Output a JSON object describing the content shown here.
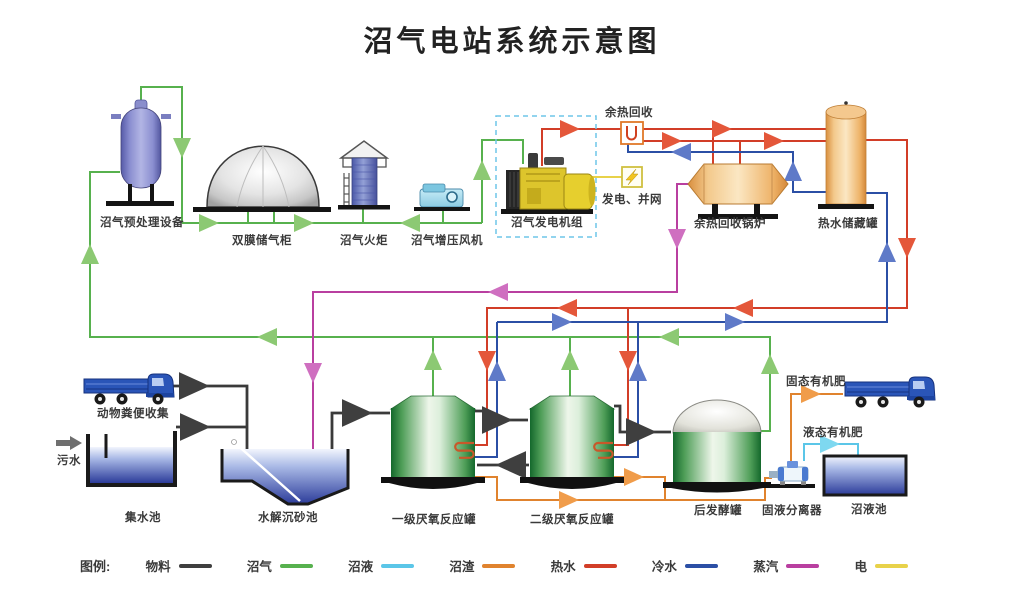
{
  "title": "沼气电站系统示意图",
  "labels": {
    "pretreatment": "沼气预处理设备",
    "gas_holder": "双膜储气柜",
    "torch": "沼气火炬",
    "booster_fan": "沼气增压风机",
    "genset": "沼气发电机组",
    "power_grid": "发电、并网",
    "heat_recovery": "余热回收",
    "heat_recovery_boiler": "余热回收锅炉",
    "hot_water_tank": "热水储藏罐",
    "manure_collection": "动物粪便收集",
    "sewage": "污水",
    "collection_pool": "集水池",
    "hydrolysis_pool": "水解沉砂池",
    "primary_reactor": "一级厌氧反应罐",
    "secondary_reactor": "二级厌氧反应罐",
    "post_fermenter": "后发酵罐",
    "separator": "固液分离器",
    "slurry_pool": "沼液池",
    "solid_fertilizer": "固态有机肥",
    "liquid_fertilizer": "液态有机肥"
  },
  "legend": {
    "title": "图例:",
    "items": [
      {
        "label": "物料",
        "color": "#3f3f3f"
      },
      {
        "label": "沼气",
        "color": "#57b14e"
      },
      {
        "label": "沼液",
        "color": "#5bc6e8"
      },
      {
        "label": "沼渣",
        "color": "#e0832e"
      },
      {
        "label": "热水",
        "color": "#d23e28"
      },
      {
        "label": "冷水",
        "color": "#2b4fa5"
      },
      {
        "label": "蒸汽",
        "color": "#b93fa0"
      },
      {
        "label": "电",
        "color": "#e8d24a"
      }
    ]
  }
}
